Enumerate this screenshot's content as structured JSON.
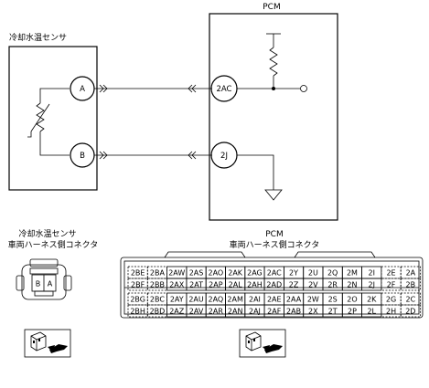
{
  "schematic": {
    "sensor_title": "冷却水温センサ",
    "pcm_title": "PCM",
    "sensor_pins": [
      "A",
      "B"
    ],
    "pcm_pins": [
      "2AC",
      "2J"
    ]
  },
  "sensor_connector": {
    "title_line1": "冷却水温センサ",
    "title_line2": "車両ハーネス側コネクタ",
    "pins": [
      "B",
      "A"
    ]
  },
  "pcm_connector": {
    "title_line1": "PCM",
    "title_line2": "車両ハーネス側コネクタ",
    "rows": [
      [
        "2BE",
        "2BA",
        "2AW",
        "2AS",
        "2AO",
        "2AK",
        "2AG",
        "2AC",
        "2Y",
        "2U",
        "2Q",
        "2M",
        "2I",
        "2E",
        "2A"
      ],
      [
        "2BF",
        "2BB",
        "2AX",
        "2AT",
        "2AP",
        "2AL",
        "2AH",
        "2AD",
        "2Z",
        "2V",
        "2R",
        "2N",
        "2J",
        "2F",
        "2B"
      ],
      [
        "2BG",
        "2BC",
        "2AY",
        "2AU",
        "2AQ",
        "2AM",
        "2AI",
        "2AE",
        "2AA",
        "2W",
        "2S",
        "2O",
        "2K",
        "2G",
        "2C"
      ],
      [
        "2BH",
        "2BD",
        "2AZ",
        "2AV",
        "2AR",
        "2AN",
        "2AJ",
        "2AF",
        "2AB",
        "2X",
        "2T",
        "2P",
        "2L",
        "2H",
        "2D"
      ]
    ]
  },
  "icons": [
    "connector-view-icon",
    "connector-view-icon"
  ]
}
